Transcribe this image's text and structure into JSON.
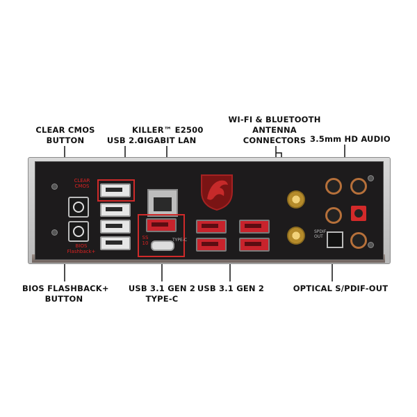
{
  "labels": {
    "clear_cmos": [
      "CLEAR CMOS",
      "BUTTON"
    ],
    "usb20": "USB 2.0",
    "killer_lan": [
      "KILLER™ E2500",
      "GIGABIT LAN"
    ],
    "wifi": [
      "WI-FI & BLUETOOTH",
      "ANTENNA",
      "CONNECTORS"
    ],
    "hd_audio": "3.5mm HD AUDIO",
    "bios_flashback": [
      "BIOS FLASHBACK+",
      "BUTTON"
    ],
    "usb31_typec": [
      "USB 3.1 GEN 2",
      "TYPE-C"
    ],
    "usb31": "USB 3.1 GEN 2",
    "optical": "OPTICAL S/PDIF-OUT"
  },
  "plate_text": {
    "clear_cmos": [
      "CLEAR",
      "CMOS"
    ],
    "bios_flashback": [
      "BIOS",
      "Flashback+"
    ],
    "typec": "TYPE-C",
    "ss10": "SS 10",
    "spdif": "SPDIF OUT"
  },
  "colors": {
    "accent_red": "#d02a2a",
    "plate": "#1d1b1c",
    "usb31_port": "#c8232c"
  },
  "icons": {
    "dragon_logo": "msi-dragon-shield-icon",
    "usb_symbol": "usb-icon",
    "antenna_symbol": "antenna-icon"
  }
}
